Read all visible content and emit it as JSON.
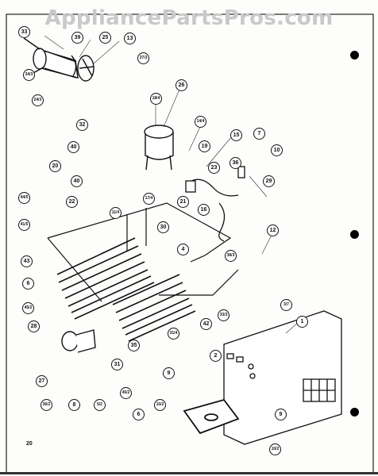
{
  "watermark": "AppliancePartsPros.com",
  "page_number": "20",
  "callouts": [
    {
      "id": "c33",
      "text": "33"
    },
    {
      "id": "c39",
      "text": "39"
    },
    {
      "id": "c25a",
      "text": "25"
    },
    {
      "id": "c13",
      "text": "13"
    },
    {
      "id": "c34",
      "text": "34/3"
    },
    {
      "id": "c37",
      "text": "37/3"
    },
    {
      "id": "c24",
      "text": "24/3"
    },
    {
      "id": "c26",
      "text": "26"
    },
    {
      "id": "c18",
      "text": "18/4"
    },
    {
      "id": "c14",
      "text": "14/4"
    },
    {
      "id": "c32",
      "text": "32"
    },
    {
      "id": "c19",
      "text": "19"
    },
    {
      "id": "c15",
      "text": "15"
    },
    {
      "id": "c7",
      "text": "7"
    },
    {
      "id": "c10",
      "text": "10"
    },
    {
      "id": "c40a",
      "text": "40"
    },
    {
      "id": "c20",
      "text": "20"
    },
    {
      "id": "c23",
      "text": "23"
    },
    {
      "id": "c36a",
      "text": "36"
    },
    {
      "id": "c40b",
      "text": "40"
    },
    {
      "id": "c29",
      "text": "29"
    },
    {
      "id": "c44",
      "text": "44/5"
    },
    {
      "id": "c22",
      "text": "22"
    },
    {
      "id": "c17",
      "text": "17/4"
    },
    {
      "id": "c21",
      "text": "21"
    },
    {
      "id": "c16",
      "text": "16"
    },
    {
      "id": "c11",
      "text": "11/4"
    },
    {
      "id": "c41",
      "text": "41/5"
    },
    {
      "id": "c30",
      "text": "30"
    },
    {
      "id": "c12",
      "text": "12"
    },
    {
      "id": "c4",
      "text": "4"
    },
    {
      "id": "c38",
      "text": "38/3"
    },
    {
      "id": "c43",
      "text": "43"
    },
    {
      "id": "c6a",
      "text": "6"
    },
    {
      "id": "c45a",
      "text": "45/2"
    },
    {
      "id": "c3",
      "text": "3/7"
    },
    {
      "id": "c33b",
      "text": "33/3"
    },
    {
      "id": "c1",
      "text": "1"
    },
    {
      "id": "c42",
      "text": "42"
    },
    {
      "id": "c31a",
      "text": "31/4"
    },
    {
      "id": "c28",
      "text": "28"
    },
    {
      "id": "c35",
      "text": "35"
    },
    {
      "id": "c31b",
      "text": "31"
    },
    {
      "id": "c2",
      "text": "2"
    },
    {
      "id": "c27",
      "text": "27"
    },
    {
      "id": "c9a",
      "text": "9"
    },
    {
      "id": "c36b",
      "text": "36/2"
    },
    {
      "id": "c8",
      "text": "8"
    },
    {
      "id": "c5",
      "text": "5/2"
    },
    {
      "id": "c45b",
      "text": "45/2"
    },
    {
      "id": "c10b",
      "text": "10/2"
    },
    {
      "id": "c6b",
      "text": "6"
    },
    {
      "id": "c9b",
      "text": "9"
    },
    {
      "id": "c10c",
      "text": "10/2"
    }
  ]
}
